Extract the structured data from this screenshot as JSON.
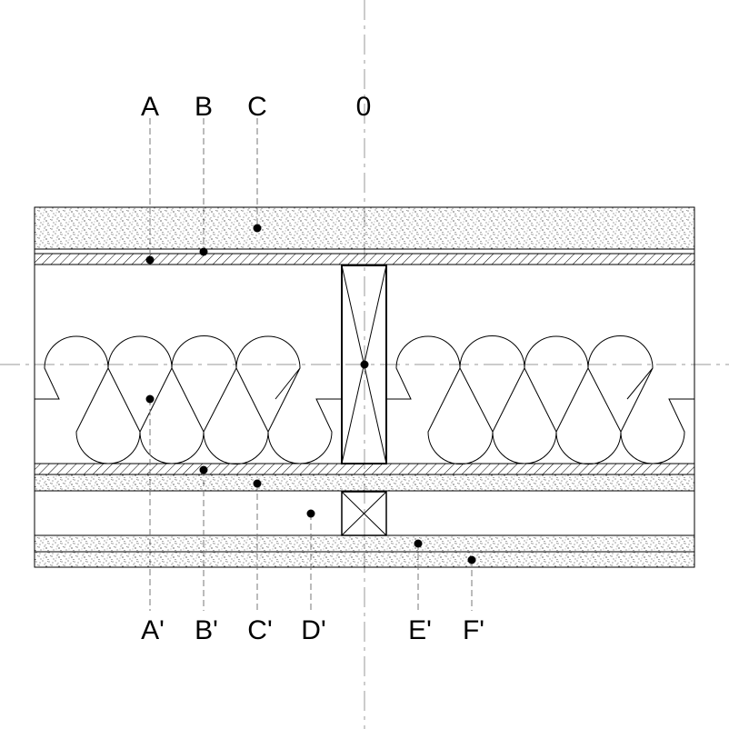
{
  "labels": {
    "top": [
      "A",
      "B",
      "C",
      "0"
    ],
    "bottom": [
      "A'",
      "B'",
      "C'",
      "D'",
      "E'",
      "F'"
    ]
  },
  "colors": {
    "line": "#000000",
    "leader": "#777777",
    "centerline": "#999999",
    "background": "#ffffff"
  }
}
